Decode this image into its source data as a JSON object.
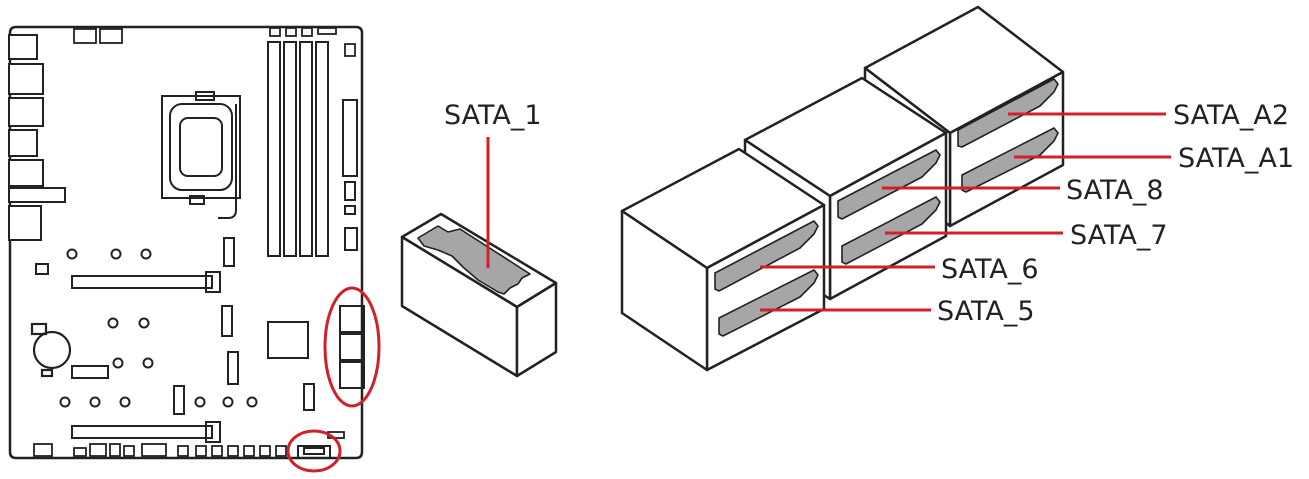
{
  "colors": {
    "outline": "#222222",
    "callout": "#d0202a",
    "connector_slot": "#a6a6a6",
    "background": "#ffffff"
  },
  "labels": {
    "sata_1": "SATA_1",
    "sata_a2": "SATA_A2",
    "sata_a1": "SATA_A1",
    "sata_8": "SATA_8",
    "sata_7": "SATA_7",
    "sata_6": "SATA_6",
    "sata_5": "SATA_5"
  }
}
